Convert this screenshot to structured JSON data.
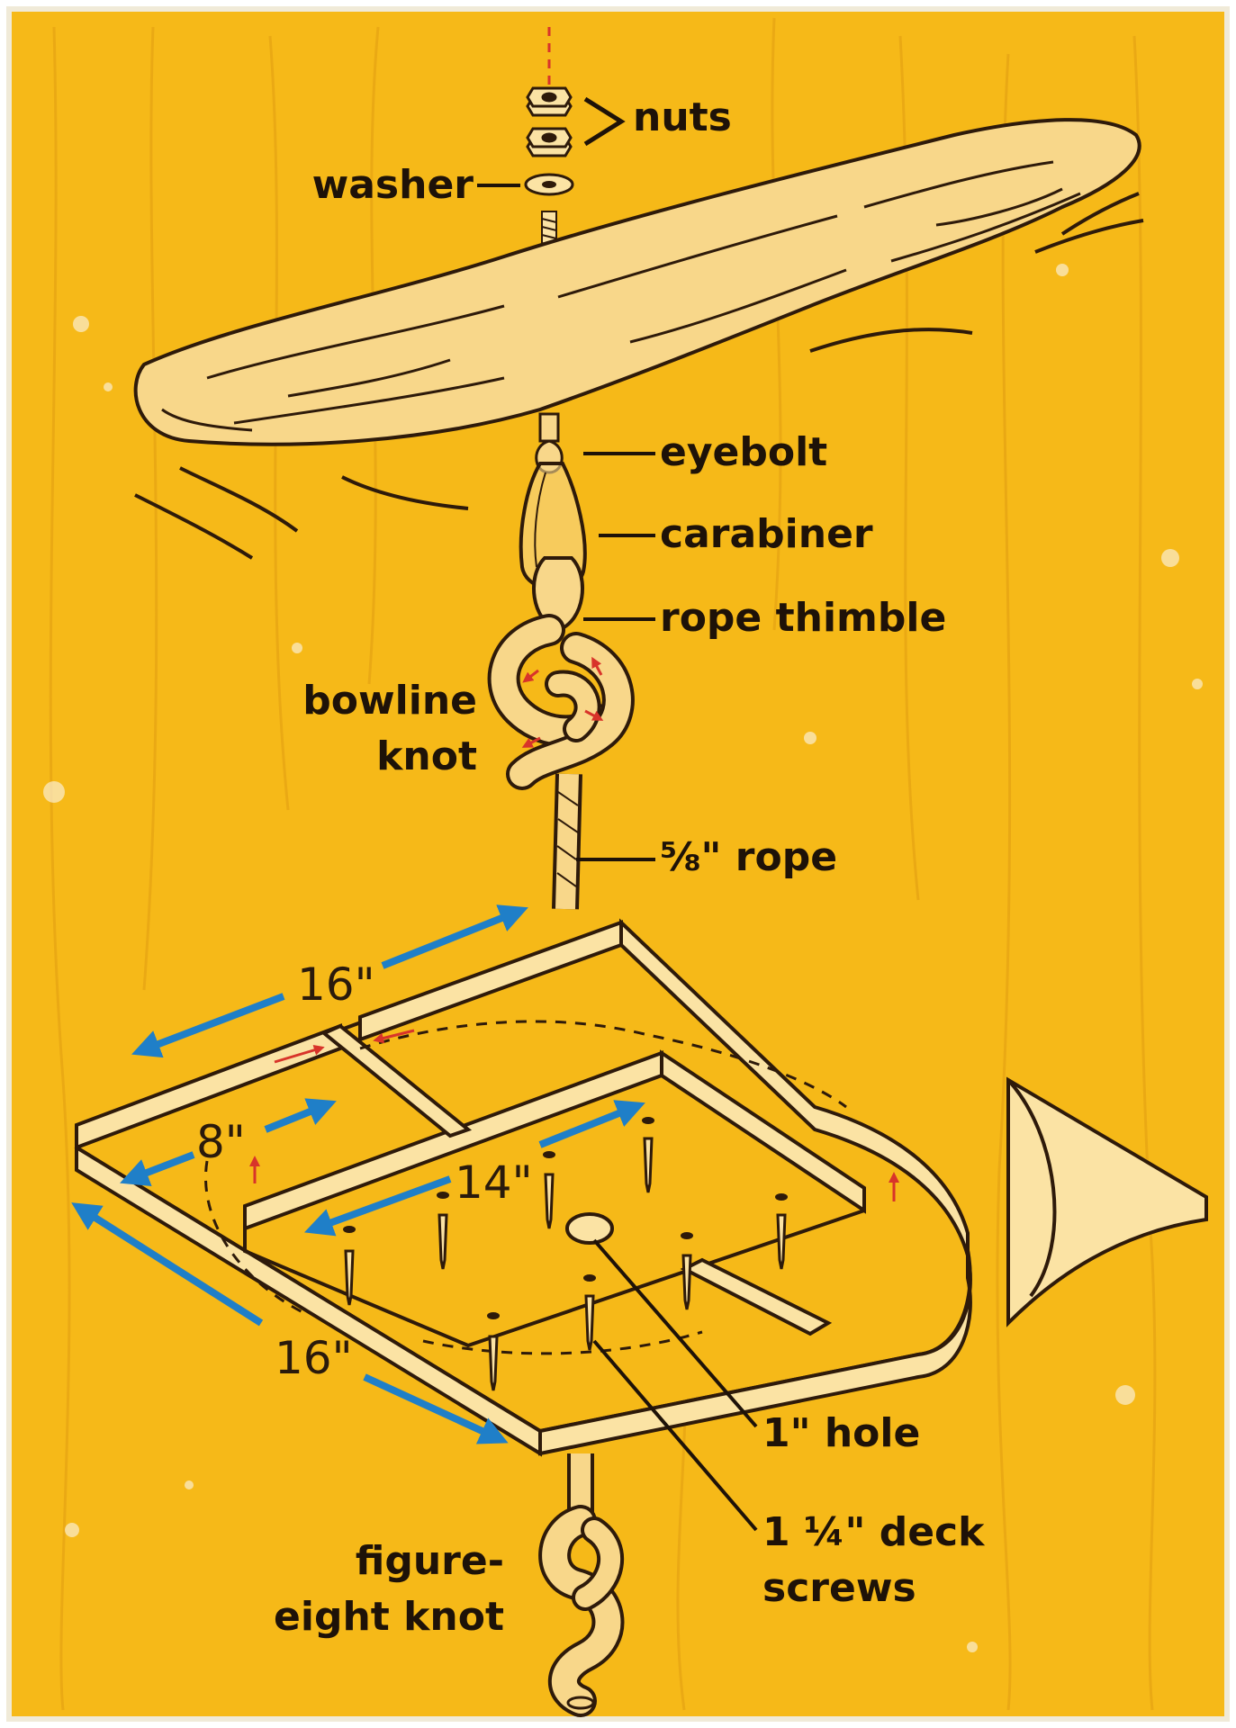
{
  "labels": {
    "nuts": "nuts",
    "washer": "washer",
    "eyebolt": "eyebolt",
    "carabiner": "carabiner",
    "rope_thimble": "rope thimble",
    "bowline_knot": "bowline knot",
    "rope": "⅝\" rope",
    "hole": "1\" hole",
    "deck_screws": "1 ¼\" deck screws",
    "figure_eight_knot": "figure-eight knot"
  },
  "dimensions": {
    "top_width": "16\"",
    "bottom_width": "16\"",
    "cleat_length": "14\"",
    "cleat_offset": "8\""
  },
  "colors": {
    "background": "#f6b918",
    "ink": "#2e1a0a",
    "wood": "#fbe3a4",
    "dimension_arrow": "#1f7fc8",
    "direction_arrow": "#d8342a"
  }
}
